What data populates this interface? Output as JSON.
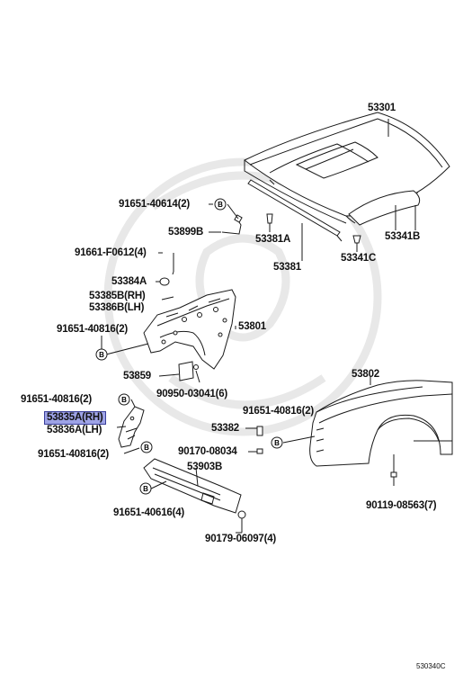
{
  "labels": {
    "p53301": "53301",
    "p91651_40614": "91651-40614(2)",
    "p53899B": "53899B",
    "p53381A": "53381A",
    "p53341B": "53341B",
    "p91661_F0612": "91661-F0612(4)",
    "p53381": "53381",
    "p53341C": "53341C",
    "p53384A": "53384A",
    "p53385B": "53385B(RH)",
    "p53386B": "53386B(LH)",
    "p91651_40816_a": "91651-40816(2)",
    "p53801": "53801",
    "p53859": "53859",
    "p90950_03041": "90950-03041(6)",
    "p53802": "53802",
    "p91651_40816_b": "91651-40816(2)",
    "p91651_40816_c": "91651-40816(2)",
    "p53835A": "53835A(RH)",
    "p53836A": "53836A(LH)",
    "p53382": "53382",
    "p91651_40816_d": "91651-40816(2)",
    "p90170_08034": "90170-08034",
    "p53903B": "53903B",
    "p90119_08563": "90119-08563(7)",
    "p91651_40616": "91651-40616(4)",
    "p90179_06097": "90179-06097(4)"
  },
  "bolt_marker": "B",
  "diagram_code": "530340C",
  "colors": {
    "line": "#1a1a1a",
    "highlight_fill": "#9ea3e6",
    "highlight_border": "#3a3f9a",
    "watermark": "#e6e6e6"
  }
}
